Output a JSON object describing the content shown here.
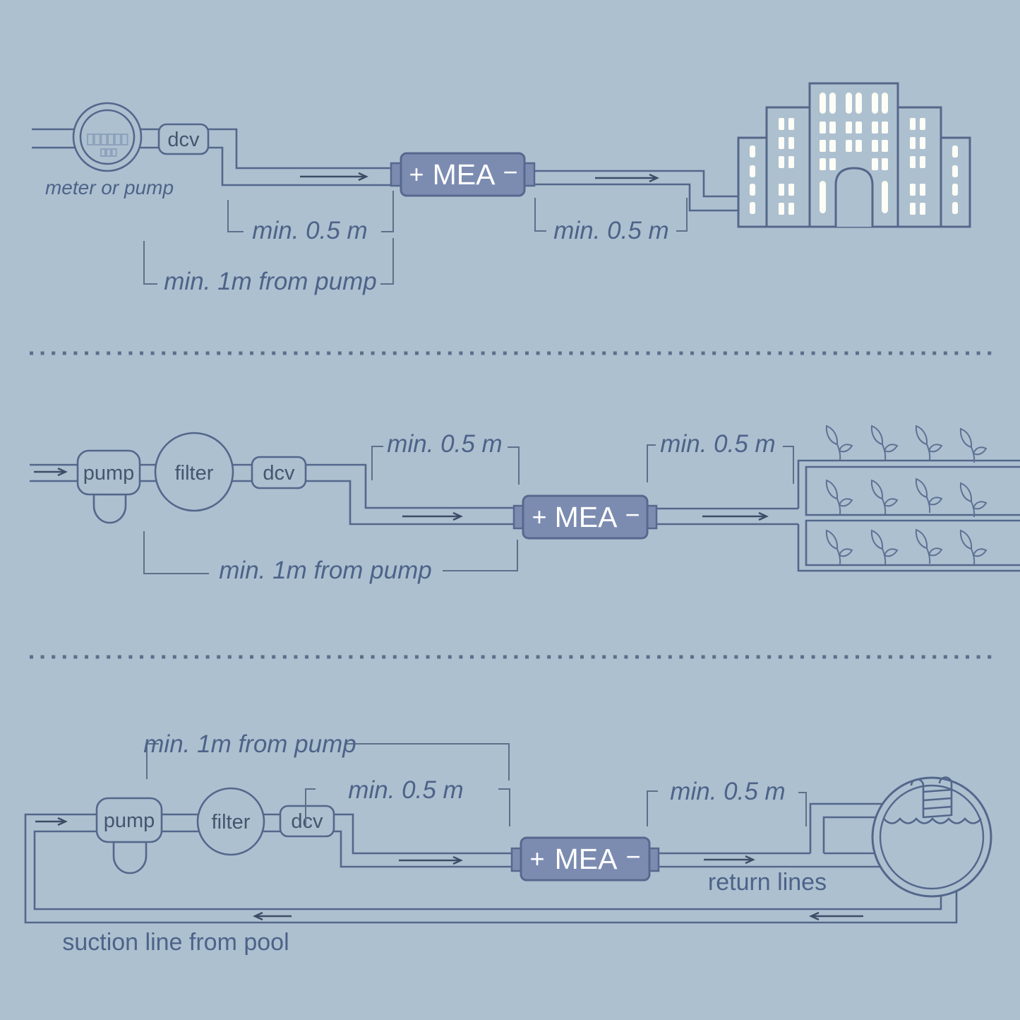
{
  "colors": {
    "background": "#adc0d0",
    "line": "#53678b",
    "label_text": "#4d6388",
    "component_text": "#44566e",
    "arrow": "#3c4d66",
    "mea_fill": "#7c8cb1",
    "mea_border": "#57688e",
    "mea_text": "#ffffff",
    "window": "#fcfdf6"
  },
  "mea": {
    "plus": "+",
    "label": "MEA",
    "minus": "−"
  },
  "top": {
    "meter_label": "meter or pump",
    "dcv_label": "dcv",
    "min_05_left": "min. 0.5 m",
    "min_05_right": "min. 0.5 m",
    "min_1m": "min. 1m from pump"
  },
  "middle": {
    "pump_label": "pump",
    "filter_label": "filter",
    "dcv_label": "dcv",
    "min_05_left": "min. 0.5 m",
    "min_05_right": "min. 0.5 m",
    "min_1m": "min. 1m from pump"
  },
  "bottom": {
    "pump_label": "pump",
    "filter_label": "filter",
    "dcv_label": "dcv",
    "min_05_left": "min. 0.5 m",
    "min_05_right": "min. 0.5 m",
    "min_1m": "min. 1m from pump",
    "return_lines": "return lines",
    "suction_line": "suction line from pool"
  }
}
